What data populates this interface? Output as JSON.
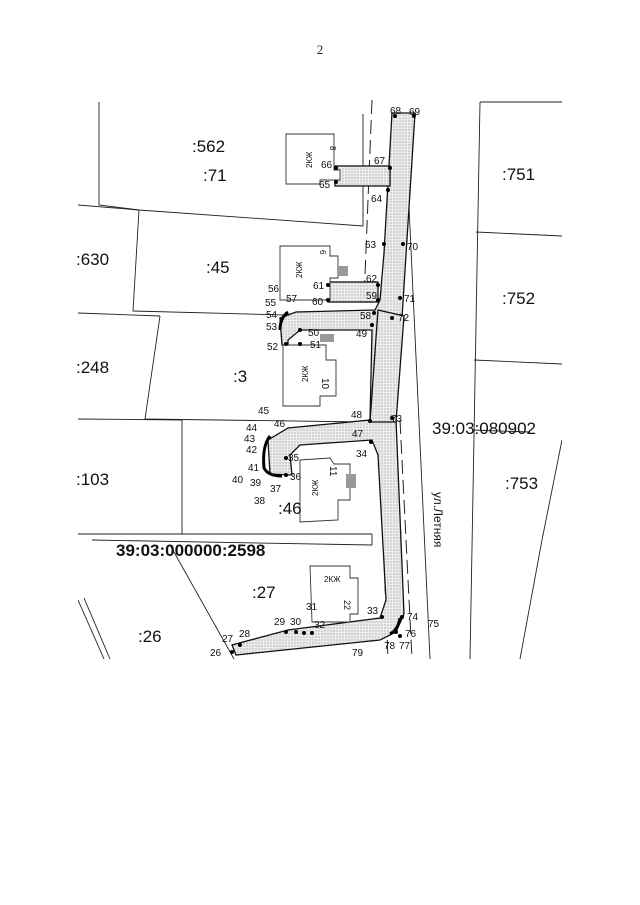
{
  "page_number": "2",
  "parcels": {
    "p562": ":562",
    "p71": ":71",
    "p630": ":630",
    "p45": ":45",
    "p248": ":248",
    "p3": ":3",
    "p103": ":103",
    "p46": ":46",
    "p27": ":27",
    "p26": ":26",
    "p751": ":751",
    "p752": ":752",
    "p753": ":753"
  },
  "quarter_code": "39:03:080902",
  "main_parcel_code": "39:03:000000:2598",
  "street_name": "ул.Летняя",
  "building_type_label": "2КЖ",
  "house_numbers": [
    "8",
    "6",
    "10",
    "11",
    "22"
  ],
  "points": [
    "26",
    "27",
    "28",
    "29",
    "30",
    "31",
    "32",
    "33",
    "34",
    "35",
    "36",
    "37",
    "38",
    "39",
    "40",
    "41",
    "42",
    "43",
    "44",
    "45",
    "46",
    "47",
    "48",
    "49",
    "50",
    "51",
    "52",
    "53",
    "54",
    "55",
    "56",
    "57",
    "58",
    "59",
    "60",
    "61",
    "62",
    "63",
    "64",
    "65",
    "66",
    "67",
    "68",
    "69",
    "70",
    "71",
    "72",
    "73",
    "74",
    "75",
    "76",
    "77",
    "78",
    "79"
  ]
}
